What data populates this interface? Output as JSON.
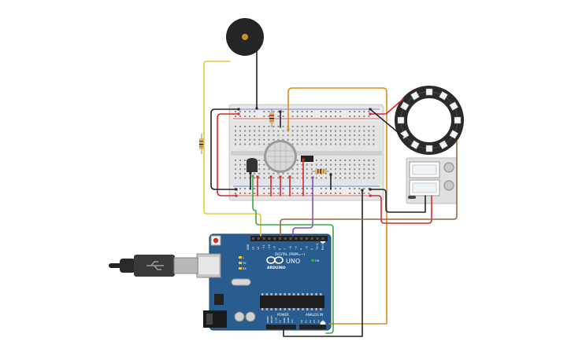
{
  "arduino": {
    "brand": "ARDUINO",
    "model": "UNO",
    "digital_label": "DIGITAL (PWM=~)",
    "power_label": "POWER",
    "analog_label": "ANALOG IN",
    "led_tx": "TX",
    "led_rx": "RX",
    "led_l": "L",
    "led_on": "ON",
    "digital_pins": [
      "~11",
      "~10",
      "~9",
      "8",
      "7",
      "~6",
      "~5",
      "4",
      "~3",
      "2",
      "TX→1",
      "RX←0"
    ],
    "power_pins": [
      "IOREF",
      "RESET",
      "3.3V",
      "5V",
      "GND",
      "GND",
      "Vin"
    ],
    "analog_pins": [
      "A0",
      "A1",
      "A2",
      "A3",
      "A4",
      "A5"
    ],
    "top_left_pins": [
      "GND",
      "13",
      "12"
    ]
  },
  "colors": {
    "board": "#2a5d8f",
    "breadboard": "#dcdcdc",
    "red_wire": "#d42a2a",
    "black_wire": "#222222",
    "orange_wire": "#e08a1e",
    "yellow_wire": "#e8c838",
    "green_wire": "#3aa845",
    "purple_wire": "#8a4fb8",
    "brown_wire": "#9a6a3a",
    "neopixel": "#2a2a2a"
  }
}
